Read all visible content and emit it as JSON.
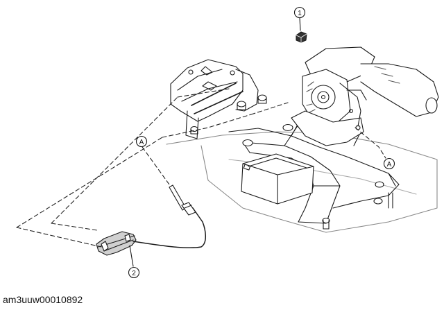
{
  "callouts": {
    "part_1": "1",
    "part_2": "2",
    "ref_a_upper": "A",
    "ref_a_lower": "A"
  },
  "figure_code": "am3uuw00010892"
}
